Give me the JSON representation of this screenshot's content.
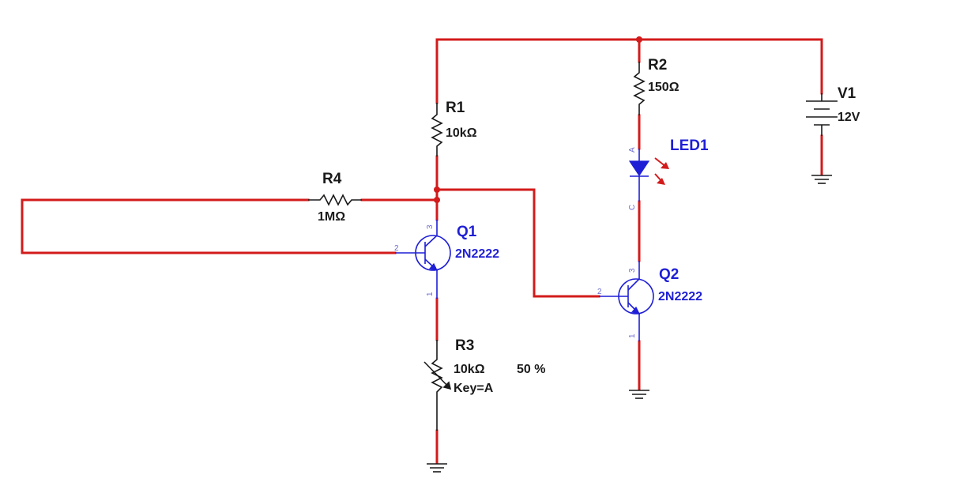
{
  "components": {
    "r1": {
      "ref": "R1",
      "value": "10kΩ"
    },
    "r2": {
      "ref": "R2",
      "value": "150Ω"
    },
    "r3": {
      "ref": "R3",
      "value": "10kΩ",
      "setting": "50 %",
      "key": "Key=A"
    },
    "r4": {
      "ref": "R4",
      "value": "1MΩ"
    },
    "v1": {
      "ref": "V1",
      "value": "12V"
    },
    "led1": {
      "ref": "LED1",
      "pin_anode": "A",
      "pin_cathode": "C"
    },
    "q1": {
      "ref": "Q1",
      "model": "2N2222",
      "pin_collector": "3",
      "pin_base": "2",
      "pin_emitter": "1"
    },
    "q2": {
      "ref": "Q2",
      "model": "2N2222",
      "pin_collector": "3",
      "pin_base": "2",
      "pin_emitter": "1"
    }
  },
  "colors": {
    "wire": "#d31b1b",
    "component_label": "#1a1a1a",
    "semiconductor": "#1f1fd6",
    "background": "#ffffff"
  }
}
